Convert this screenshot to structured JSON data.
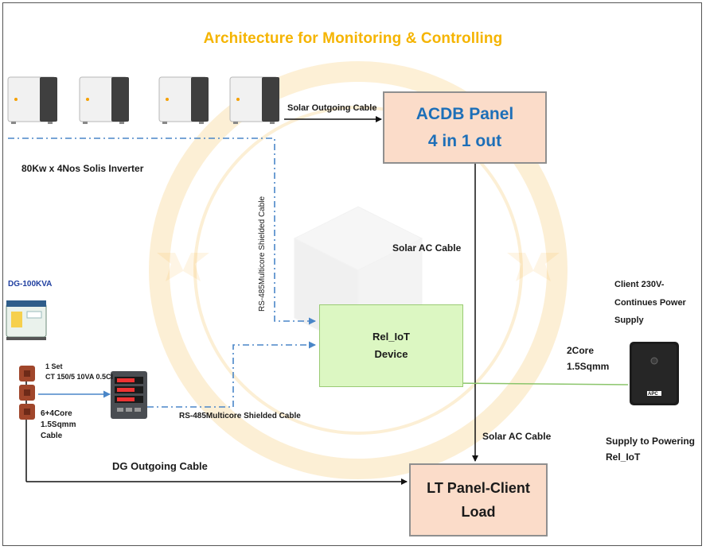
{
  "title": "Architecture for Monitoring & Controlling",
  "nodes": {
    "acdb": {
      "line1": "ACDB Panel",
      "line2": "4 in 1 out"
    },
    "lt_panel": {
      "line1": "LT Panel-Client",
      "line2": "Load"
    },
    "iot": {
      "line1": "Rel_IoT",
      "line2": "Device"
    }
  },
  "labels": {
    "solar_outgoing": "Solar Outgoing Cable",
    "inverters": "80Kw x 4Nos Solis Inverter",
    "rs485_vertical": "RS-485Multicore Shielded Cable",
    "solar_ac_upper": "Solar AC Cable",
    "solar_ac_lower": "Solar AC Cable",
    "dg": "DG-100KVA",
    "ct_line1": "1 Set",
    "ct_line2": "CT 150/5 10VA 0.5Cl",
    "core_line1": "6+4Core",
    "core_line2": "1.5Sqmm",
    "core_line3": "Cable",
    "rs485_horizontal": "RS-485Multicore Shielded Cable",
    "dg_outgoing": "DG Outgoing Cable",
    "client_line1": "Client 230V-",
    "client_line2": "Continues Power",
    "client_line3": "Supply",
    "twocore_line1": "2Core",
    "twocore_line2": "1.5Sqmm",
    "supply_line1": "Supply to Powering",
    "supply_line2": "Rel_IoT",
    "ups_brand": "APC"
  },
  "colors": {
    "title": "#f5b400",
    "acdb_text": "#1d6fb8",
    "dg_text": "#1f3fa0",
    "panel_fill": "#fbdcc9",
    "iot_fill": "#dcf7c2",
    "dashdot": "#4a86c8",
    "blue_arrow": "#4a86c8",
    "green_arrow": "#8bc56b"
  }
}
